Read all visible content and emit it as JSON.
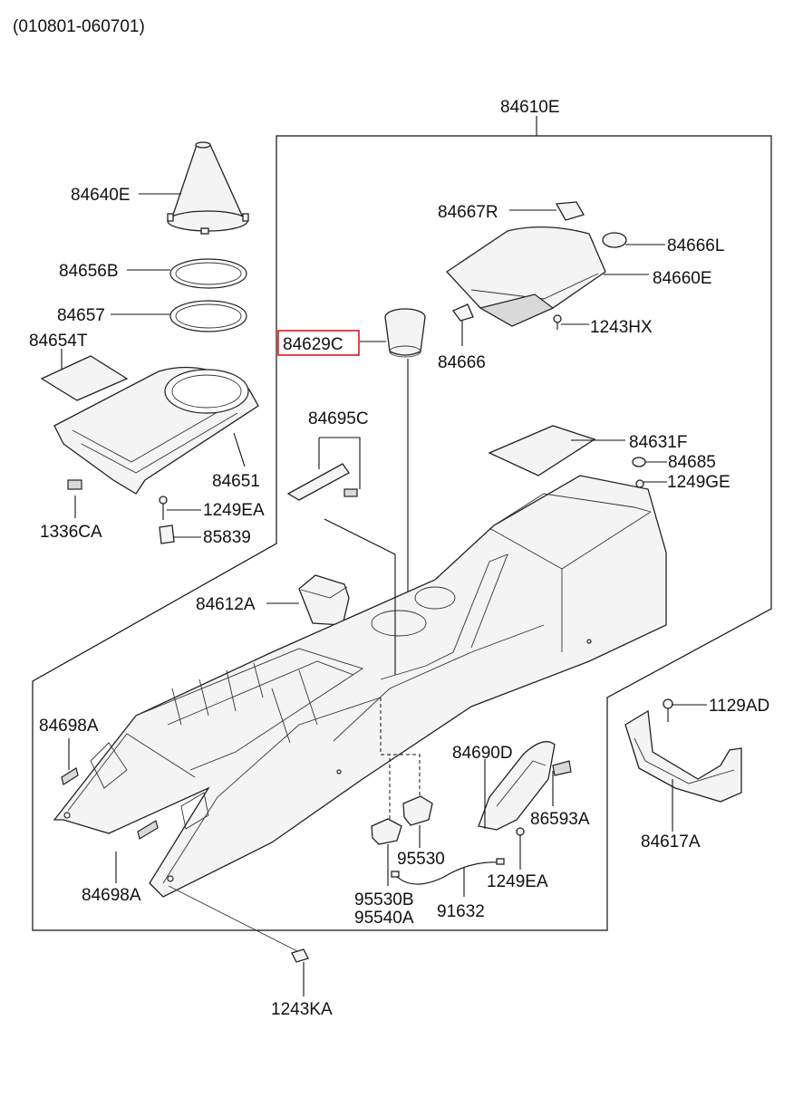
{
  "header": {
    "date_range": "(010801-060701)"
  },
  "highlight_color": "#e0141e",
  "labels": {
    "p84610E": "84610E",
    "p84640E": "84640E",
    "p84656B": "84656B",
    "p84657": "84657",
    "p84654T": "84654T",
    "p84651": "84651",
    "p1336CA": "1336CA",
    "p1249EA_left": "1249EA",
    "p85839": "85839",
    "p84667R": "84667R",
    "p84666L": "84666L",
    "p84660E": "84660E",
    "p1243HX": "1243HX",
    "p84629C": "84629C",
    "p84666": "84666",
    "p84695C": "84695C",
    "p84631F": "84631F",
    "p84685": "84685",
    "p1249GE": "1249GE",
    "p84612A": "84612A",
    "p84698A_top": "84698A",
    "p84698A_bottom": "84698A",
    "p84690D": "84690D",
    "p86593A": "86593A",
    "p95530": "95530",
    "p95530B": "95530B",
    "p95540A": "95540A",
    "p91632": "91632",
    "p1249EA_right": "1249EA",
    "p1129AD": "1129AD",
    "p84617A": "84617A",
    "p1243KA": "1243KA"
  }
}
